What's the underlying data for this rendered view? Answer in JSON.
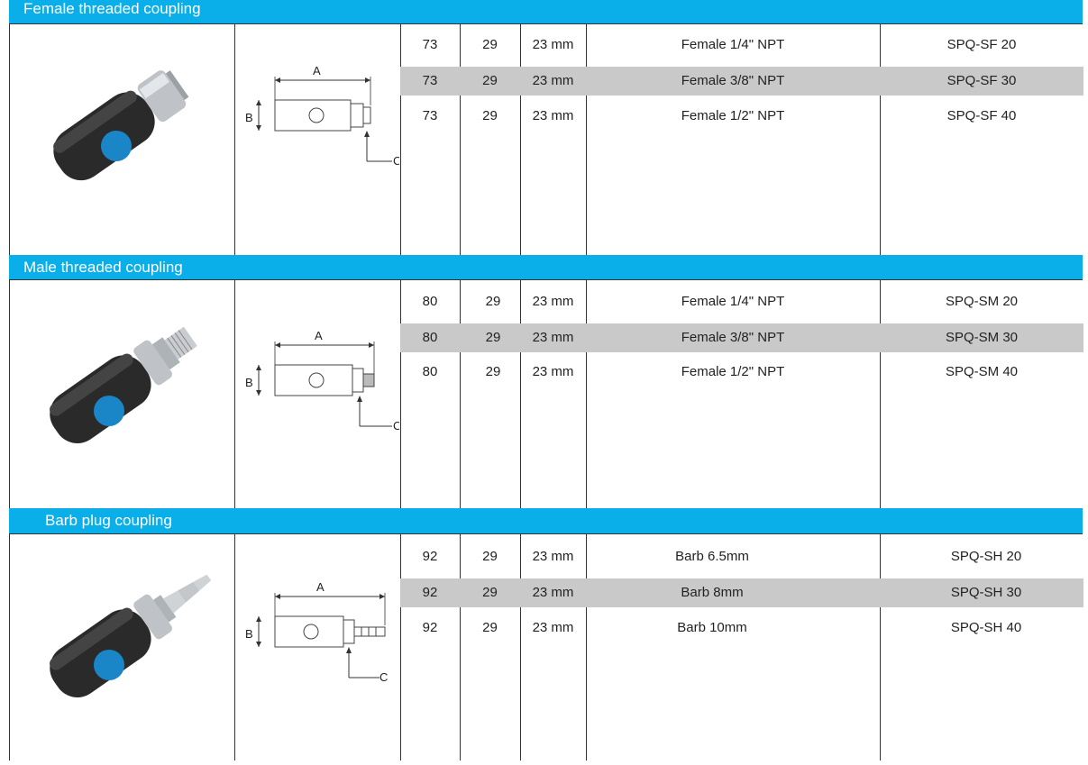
{
  "sections": [
    {
      "title": "Female threaded coupling",
      "diagram_labels": {
        "a": "A",
        "b": "B",
        "c": "C"
      },
      "rows": [
        {
          "a": "73",
          "b": "29",
          "c": "23 mm",
          "thread": "Female 1/4\" NPT",
          "code": "SPQ-SF 20",
          "shaded": false
        },
        {
          "a": "73",
          "b": "29",
          "c": "23 mm",
          "thread": "Female 3/8\" NPT",
          "code": "SPQ-SF 30",
          "shaded": true
        },
        {
          "a": "73",
          "b": "29",
          "c": "23 mm",
          "thread": "Female 1/2\" NPT",
          "code": "SPQ-SF 40",
          "shaded": false
        }
      ]
    },
    {
      "title": "Male threaded coupling",
      "diagram_labels": {
        "a": "A",
        "b": "B",
        "c": "C"
      },
      "rows": [
        {
          "a": "80",
          "b": "29",
          "c": "23 mm",
          "thread": "Female 1/4\" NPT",
          "code": "SPQ-SM 20",
          "shaded": false
        },
        {
          "a": "80",
          "b": "29",
          "c": "23 mm",
          "thread": "Female 3/8\" NPT",
          "code": "SPQ-SM 30",
          "shaded": true
        },
        {
          "a": "80",
          "b": "29",
          "c": "23 mm",
          "thread": "Female 1/2\" NPT",
          "code": "SPQ-SM 40",
          "shaded": false
        }
      ]
    },
    {
      "title": "Barb plug coupling",
      "diagram_labels": {
        "a": "A",
        "b": "B",
        "c": "C"
      },
      "rows": [
        {
          "a": "92",
          "b": "29",
          "c": "23 mm",
          "thread": "Barb 6.5mm",
          "code": "SPQ-SH 20",
          "shaded": false
        },
        {
          "a": "92",
          "b": "29",
          "c": "23 mm",
          "thread": "Barb 8mm",
          "code": "SPQ-SH 30",
          "shaded": true
        },
        {
          "a": "92",
          "b": "29",
          "c": "23 mm",
          "thread": "Barb 10mm",
          "code": "SPQ-SH 40",
          "shaded": false
        }
      ]
    }
  ],
  "colors": {
    "header": "#0aaee9",
    "button": "#1a86c8",
    "shade": "#c9c9c9"
  }
}
